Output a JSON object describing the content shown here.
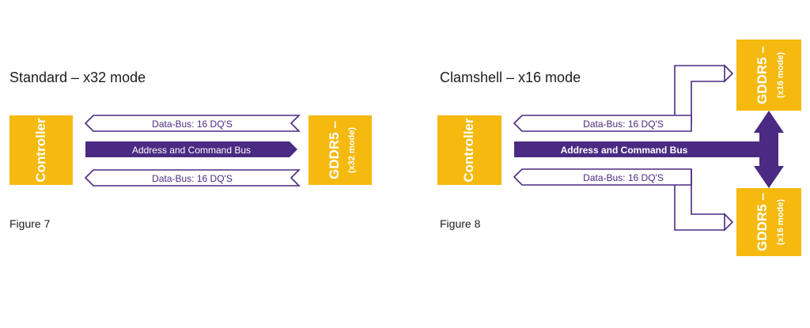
{
  "colors": {
    "chip": "#f5b90f",
    "bus": "#4a2a82",
    "chip_text": "#ffffff",
    "label_text": "#1c1c1c",
    "outline_text": "#4a2a82"
  },
  "figure7": {
    "title": "Standard – x32 mode",
    "caption": "Figure 7",
    "controller_label": "Controller",
    "memory_label_main": "GDDR5 –",
    "memory_label_mode": "(x32 mode)",
    "data_bus_top": "Data-Bus: 16 DQ'S",
    "address_bus": "Address and Command Bus",
    "data_bus_bottom": "Data-Bus: 16 DQ'S"
  },
  "figure8": {
    "title": "Clamshell – x16 mode",
    "caption": "Figure 8",
    "controller_label": "Controller",
    "memory_top_main": "GDDR5 –",
    "memory_top_mode": "(x16 mode)",
    "memory_bottom_main": "GDDR5 –",
    "memory_bottom_mode": "(x16 mode)",
    "data_bus_top": "Data-Bus: 16 DQ'S",
    "address_bus": "Address and Command Bus",
    "data_bus_bottom": "Data-Bus: 16 DQ'S"
  }
}
